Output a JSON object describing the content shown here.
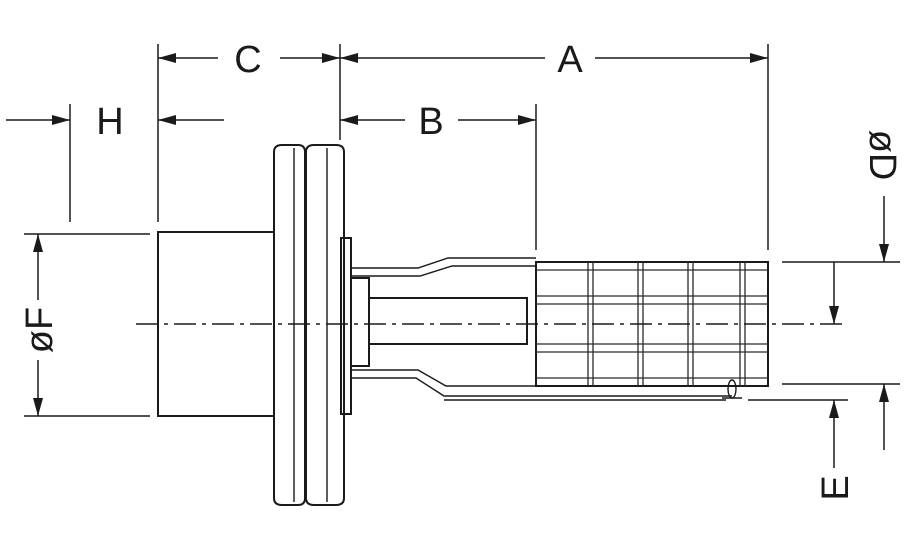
{
  "labels": {
    "A": "A",
    "B": "B",
    "C": "C",
    "H": "H",
    "D": "øD",
    "E": "E",
    "F": "øF"
  }
}
